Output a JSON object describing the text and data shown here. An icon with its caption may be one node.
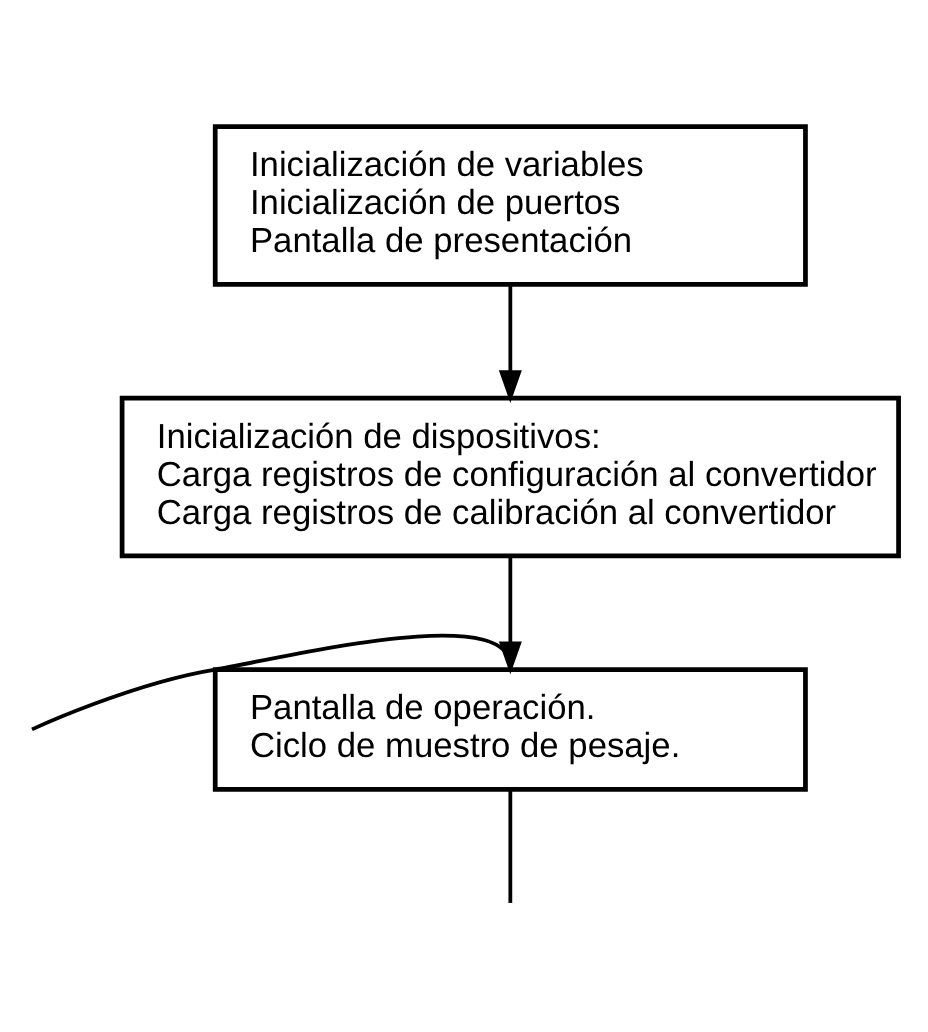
{
  "diagram": {
    "nodes": [
      {
        "text": [
          "Inicialización de variables",
          "Inicialización de puertos",
          "Pantalla de presentación"
        ]
      },
      {
        "text": [
          "Inicialización de dispositivos:",
          "Carga registros de configuración al convertidor",
          "Carga registros de calibración al convertidor"
        ]
      },
      {
        "text": [
          "Pantalla de operación.",
          "Ciclo de muestro de pesaje."
        ]
      }
    ],
    "edges": [
      {
        "from": 0,
        "to": 1,
        "arrow": "to"
      },
      {
        "from": 1,
        "to": 2,
        "arrow": "to"
      },
      {
        "from": null,
        "to": 2,
        "arrow": "to"
      },
      {
        "from": 2,
        "to": null,
        "arrow": "none"
      }
    ]
  }
}
